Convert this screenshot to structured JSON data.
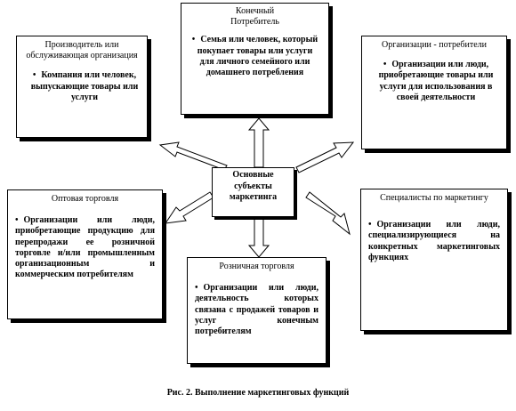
{
  "center": {
    "line1": "Основные",
    "line2": "субъекты",
    "line3": "маркетинга"
  },
  "boxes": {
    "consumer": {
      "title1": "Конечный",
      "title2": "Потребитель",
      "item": "Семья или человек, который покупает товары или услуги для личного семейного или домашнего потребления"
    },
    "producer": {
      "title": "Производитель или обслуживающая организация",
      "item": "Компания или человек, выпускающие товары или услуги"
    },
    "org_consumer": {
      "title": "Организации - потребители",
      "item": "Организации или люди, приобретающие товары или услуги для использования в своей деятельности"
    },
    "wholesale": {
      "title": "Оптовая торговля",
      "item": "Организации или люди, приобретающие продукцию для перепродажи ее розничной торговле и/или промышленным организационным и коммерческим потребителям"
    },
    "retail": {
      "title": "Розничная торговля",
      "item": "Организации или люди, деятельность которых связана с продажей товаров и услуг конечным потребителям"
    },
    "specialists": {
      "title": "Специалисты по маркетингу",
      "item": "Организации или люди, специализирующиеся на конкретных маркетинговых функциях"
    }
  },
  "bullet_symbol": "•",
  "caption": "Рис. 2. Выполнение маркетинговых функций"
}
